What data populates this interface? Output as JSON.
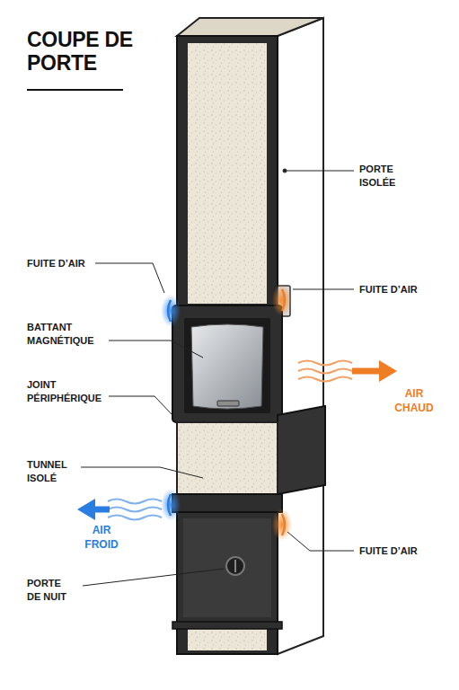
{
  "diagram": {
    "title": "COUPE DE PORTE",
    "labels": [
      "PORTE ISOLÉE",
      "FUITE D’AIR",
      "FUITE D’AIR",
      "BATTANT MAGNÉTIQUE",
      "AIR CHAUD",
      "JOINT PÉRIPHÉRIQUE",
      "TUNNEL ISOLÉ",
      "AIR FROID",
      "FUITE D’AIR",
      "PORTE DE NUIT"
    ]
  }
}
